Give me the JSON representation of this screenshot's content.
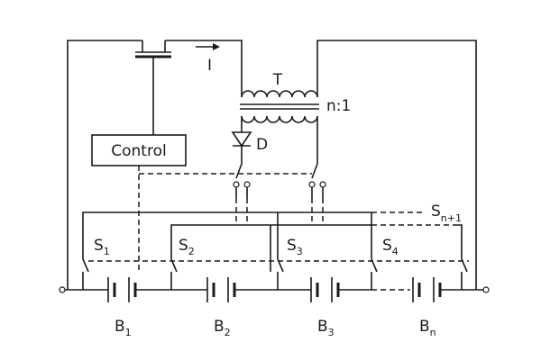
{
  "labels": {
    "control": "Control",
    "transformer": "T",
    "ratio": "n:1",
    "diode": "D",
    "current": "I",
    "switches": [
      {
        "main": "S",
        "sub": "1"
      },
      {
        "main": "S",
        "sub": "2"
      },
      {
        "main": "S",
        "sub": "3"
      },
      {
        "main": "S",
        "sub": "4"
      },
      {
        "main": "S",
        "sub": "n+1"
      }
    ],
    "batteries": [
      {
        "main": "B",
        "sub": "1"
      },
      {
        "main": "B",
        "sub": "2"
      },
      {
        "main": "B",
        "sub": "3"
      },
      {
        "main": "B",
        "sub": "n"
      }
    ]
  }
}
